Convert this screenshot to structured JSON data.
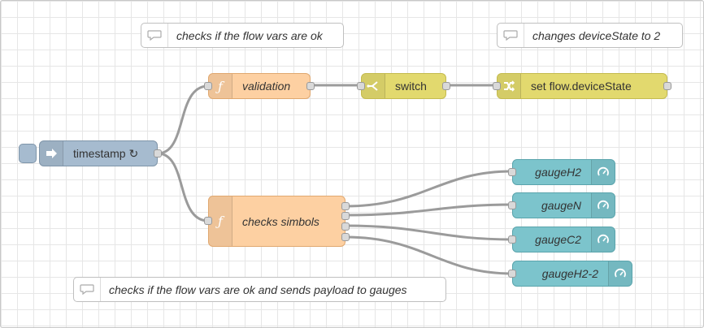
{
  "comments": {
    "top_left": "checks if the flow vars are ok",
    "top_right": "changes deviceState to 2",
    "bottom": "checks if the flow vars are ok and sends payload to gauges"
  },
  "nodes": {
    "validation": "validation",
    "switch": "switch",
    "change": "set flow.deviceState",
    "inject": "timestamp ↻",
    "checks": "checks simbols",
    "gauges": [
      "gaugeH2",
      "gaugeN",
      "gaugeC2",
      "gaugeH2-2"
    ]
  },
  "icons": {
    "comment": "speech-bubble-icon",
    "function": "function-icon",
    "switch": "switch-icon",
    "change": "change-icon",
    "inject": "inject-arrow-icon",
    "gauge": "gauge-dial-icon"
  },
  "colors": {
    "function": "#fdd0a2",
    "switch": "#e2d96e",
    "change": "#e2d96e",
    "inject": "#a6bbcf",
    "gauge": "#7cc4cc",
    "wire": "#9b9b9b"
  }
}
